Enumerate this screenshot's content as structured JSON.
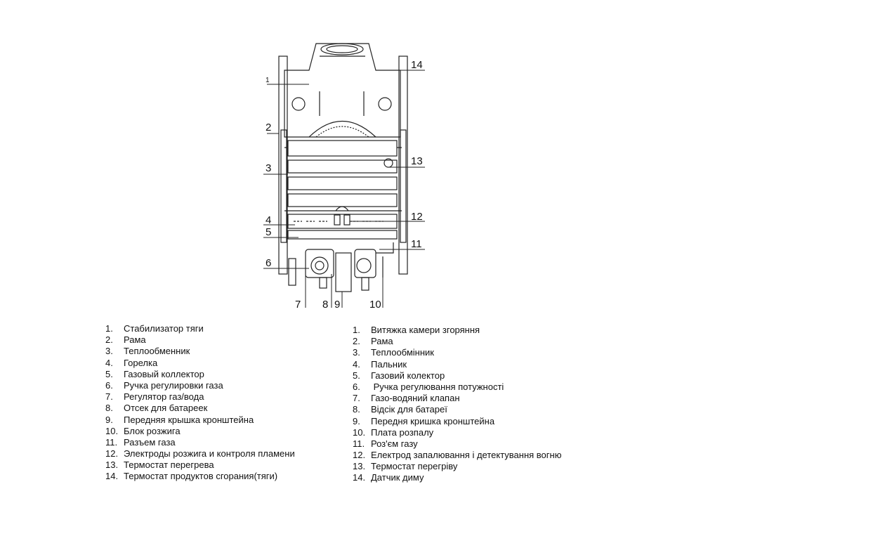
{
  "diagram": {
    "callouts": [
      "1",
      "2",
      "3",
      "4",
      "5",
      "6",
      "7",
      "8",
      "9",
      "10",
      "11",
      "12",
      "13",
      "14"
    ]
  },
  "legend_ru": [
    {
      "num": "1.",
      "text": "Стабилизатор тяги"
    },
    {
      "num": "2.",
      "text": "Рама"
    },
    {
      "num": "3.",
      "text": "Теплообменник"
    },
    {
      "num": "4.",
      "text": "Горелка"
    },
    {
      "num": "5.",
      "text": "Газовый коллектор"
    },
    {
      "num": "6.",
      "text": "Ручка регулировки газа"
    },
    {
      "num": "7.",
      "text": "Регулятор  газ/вода"
    },
    {
      "num": "8.",
      "text": "Отсек для батареек"
    },
    {
      "num": "9.",
      "text": "Передняя крышка кронштейна"
    },
    {
      "num": "10.",
      "text": "Блок розжига"
    },
    {
      "num": "11.",
      "text": "Разъем газа"
    },
    {
      "num": "12.",
      "text": "Электроды розжига и контроля пламени"
    },
    {
      "num": "13.",
      "text": "Термостат перегрева"
    },
    {
      "num": "14.",
      "text": "Термостат продуктов сгорания(тяги)"
    }
  ],
  "legend_uk": [
    {
      "num": "1.",
      "text": "Витяжка камери згоряння"
    },
    {
      "num": "2.",
      "text": "Рама"
    },
    {
      "num": "3.",
      "text": "Теплообмінник"
    },
    {
      "num": "4.",
      "text": "Пальник"
    },
    {
      "num": "5.",
      "text": "Газовий колектор"
    },
    {
      "num": "6.",
      "text": " Ручка регулювання потужності"
    },
    {
      "num": "7.",
      "text": "Газо-водяний клапан"
    },
    {
      "num": "8.",
      "text": "Відсік для батареї"
    },
    {
      "num": "9.",
      "text": "Передня кришка кронштейна"
    },
    {
      "num": "10.",
      "text": "Плата розпалу"
    },
    {
      "num": "11.",
      "text": "Роз'єм газу"
    },
    {
      "num": "12.",
      "text": "Електрод запалювання і детектування вогню"
    },
    {
      "num": "13.",
      "text": "Термостат перегріву"
    },
    {
      "num": "14.",
      "text": "Датчик диму"
    }
  ]
}
